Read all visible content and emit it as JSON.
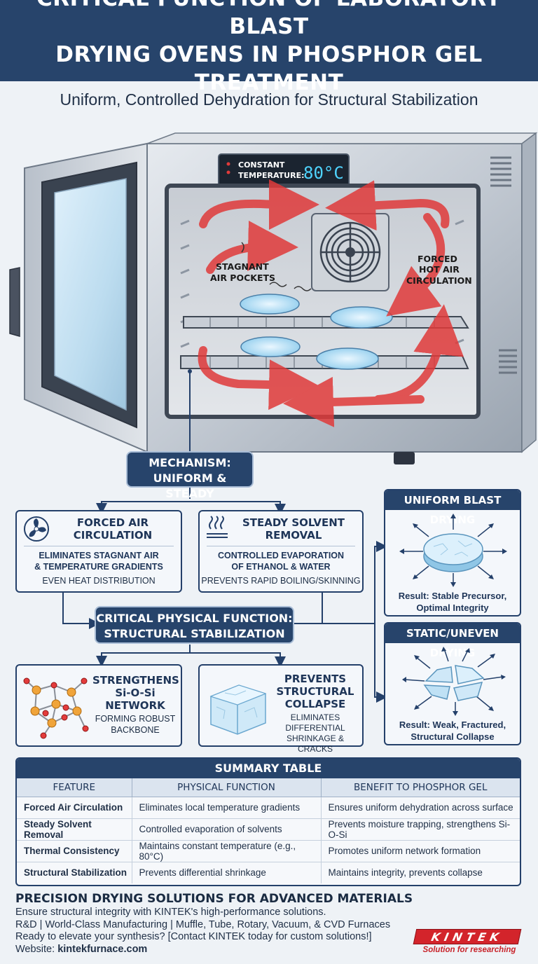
{
  "header": {
    "title_line1": "CRITICAL FUNCTION OF LABORATORY BLAST",
    "title_line2": "DRYING OVENS IN PHOSPHOR GEL TREATMENT"
  },
  "subtitle": "Uniform, Controlled Dehydration for Structural Stabilization",
  "oven": {
    "display_label_line1": "CONSTANT",
    "display_label_line2": "TEMPERATURE:",
    "display_value": "80°C",
    "label_stagnant_line1": "STAGNANT",
    "label_stagnant_line2": "AIR POCKETS",
    "label_forced_line1": "FORCED",
    "label_forced_line2": "HOT AIR",
    "label_forced_line3": "CIRCULATION"
  },
  "mechanism": {
    "line1": "MECHANISM:",
    "line2": "UNIFORM & STEADY"
  },
  "cards": {
    "forced_air": {
      "title_line1": "FORCED AIR",
      "title_line2": "CIRCULATION",
      "bold_line1": "ELIMINATES STAGNANT AIR",
      "bold_line2": "& TEMPERATURE GRADIENTS",
      "note": "EVEN HEAT DISTRIBUTION"
    },
    "solvent": {
      "title_line1": "STEADY SOLVENT",
      "title_line2": "REMOVAL",
      "bold_line1": "CONTROLLED EVAPORATION",
      "bold_line2": "OF ETHANOL & WATER",
      "note": "PREVENTS RAPID BOILING/SKINNING"
    },
    "network": {
      "title_line1": "STRENGTHENS",
      "title_line2": "Si-O-Si",
      "title_line3": "NETWORK",
      "note_line1": "FORMING ROBUST",
      "note_line2": "BACKBONE"
    },
    "collapse": {
      "title_line1": "PREVENTS",
      "title_line2": "STRUCTURAL",
      "title_line3": "COLLAPSE",
      "note_line1": "ELIMINATES",
      "note_line2": "DIFFERENTIAL",
      "note_line3": "SHRINKAGE & CRACKS"
    }
  },
  "critical": {
    "line1": "CRITICAL PHYSICAL FUNCTION:",
    "line2": "STRUCTURAL STABILIZATION"
  },
  "side": {
    "uniform": {
      "title": "UNIFORM BLAST DRYING",
      "result_line1": "Result: Stable Precursor,",
      "result_line2": "Optimal Integrity"
    },
    "static": {
      "title": "STATIC/UNEVEN DRYING",
      "result_line1": "Result: Weak, Fractured,",
      "result_line2": "Structural Collapse"
    }
  },
  "summary_table": {
    "title": "SUMMARY TABLE",
    "headers": [
      "FEATURE",
      "PHYSICAL FUNCTION",
      "BENEFIT TO PHOSPHOR GEL"
    ],
    "rows": [
      [
        "Forced Air Circulation",
        "Eliminates local temperature gradients",
        "Ensures uniform dehydration across surface"
      ],
      [
        "Steady Solvent Removal",
        "Controlled evaporation of solvents",
        "Prevents moisture trapping, strengthens Si-O-Si"
      ],
      [
        "Thermal Consistency",
        "Maintains constant temperature (e.g., 80°C)",
        "Promotes uniform network formation"
      ],
      [
        "Structural Stabilization",
        "Prevents differential shrinkage",
        "Maintains integrity, prevents collapse"
      ]
    ]
  },
  "footer": {
    "title": "PRECISION DRYING SOLUTIONS FOR ADVANCED MATERIALS",
    "line1": "Ensure structural integrity with KINTEK's high-performance solutions.",
    "line2": "R&D | World-Class Manufacturing | Muffle, Tube, Rotary, Vacuum, & CVD Furnaces",
    "line3": "Ready to elevate your synthesis? [Contact KINTEK today for custom solutions!]",
    "website_label": "Website: ",
    "website": "kintekfurnace.com"
  },
  "logo": {
    "name": "KINTEK",
    "tagline": "Solution for researching"
  },
  "colors": {
    "navy": "#27446b",
    "arrow_red": "#e03a3a",
    "brand_red": "#d3242b",
    "display_cyan": "#4fd4ff"
  },
  "icons": [
    "fan-icon",
    "steam-icon",
    "molecule-icon",
    "cube-icon",
    "gel-disk-icon",
    "cracked-gel-icon"
  ]
}
